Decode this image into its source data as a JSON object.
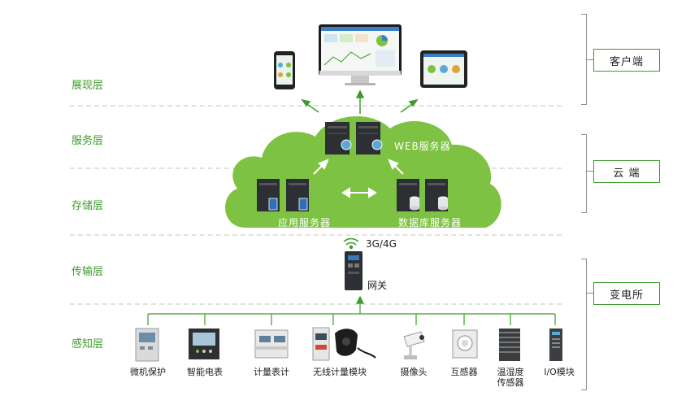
{
  "layers": {
    "presentation": "展现层",
    "service": "服务层",
    "storage": "存储层",
    "transport": "传输层",
    "perception": "感知层"
  },
  "side_boxes": {
    "client": "客户端",
    "cloud": "云  端",
    "substation": "变电所"
  },
  "cloud": {
    "web_server": "WEB服务器",
    "app_server": "应用服务器",
    "db_server": "数据库服务器"
  },
  "network": {
    "signal": "3G/4G",
    "gateway": "网关"
  },
  "devices": [
    {
      "label": "微机保护",
      "icon": "relay-protection-icon"
    },
    {
      "label": "智能电表",
      "icon": "smart-meter-icon"
    },
    {
      "label": "计量表计",
      "icon": "din-meter-icon"
    },
    {
      "label": "无线计量模块",
      "icon": "wireless-module-icon"
    },
    {
      "label": "摄像头",
      "icon": "camera-icon"
    },
    {
      "label": "互感器",
      "icon": "transformer-icon"
    },
    {
      "label": "温湿度传感器",
      "icon": "temperature-sensor-icon"
    },
    {
      "label": "I/O模块",
      "icon": "io-module-icon"
    }
  ],
  "colors": {
    "accent": "#3d9b2c",
    "cloud": "#7dc242",
    "server": "#2c2f33"
  }
}
